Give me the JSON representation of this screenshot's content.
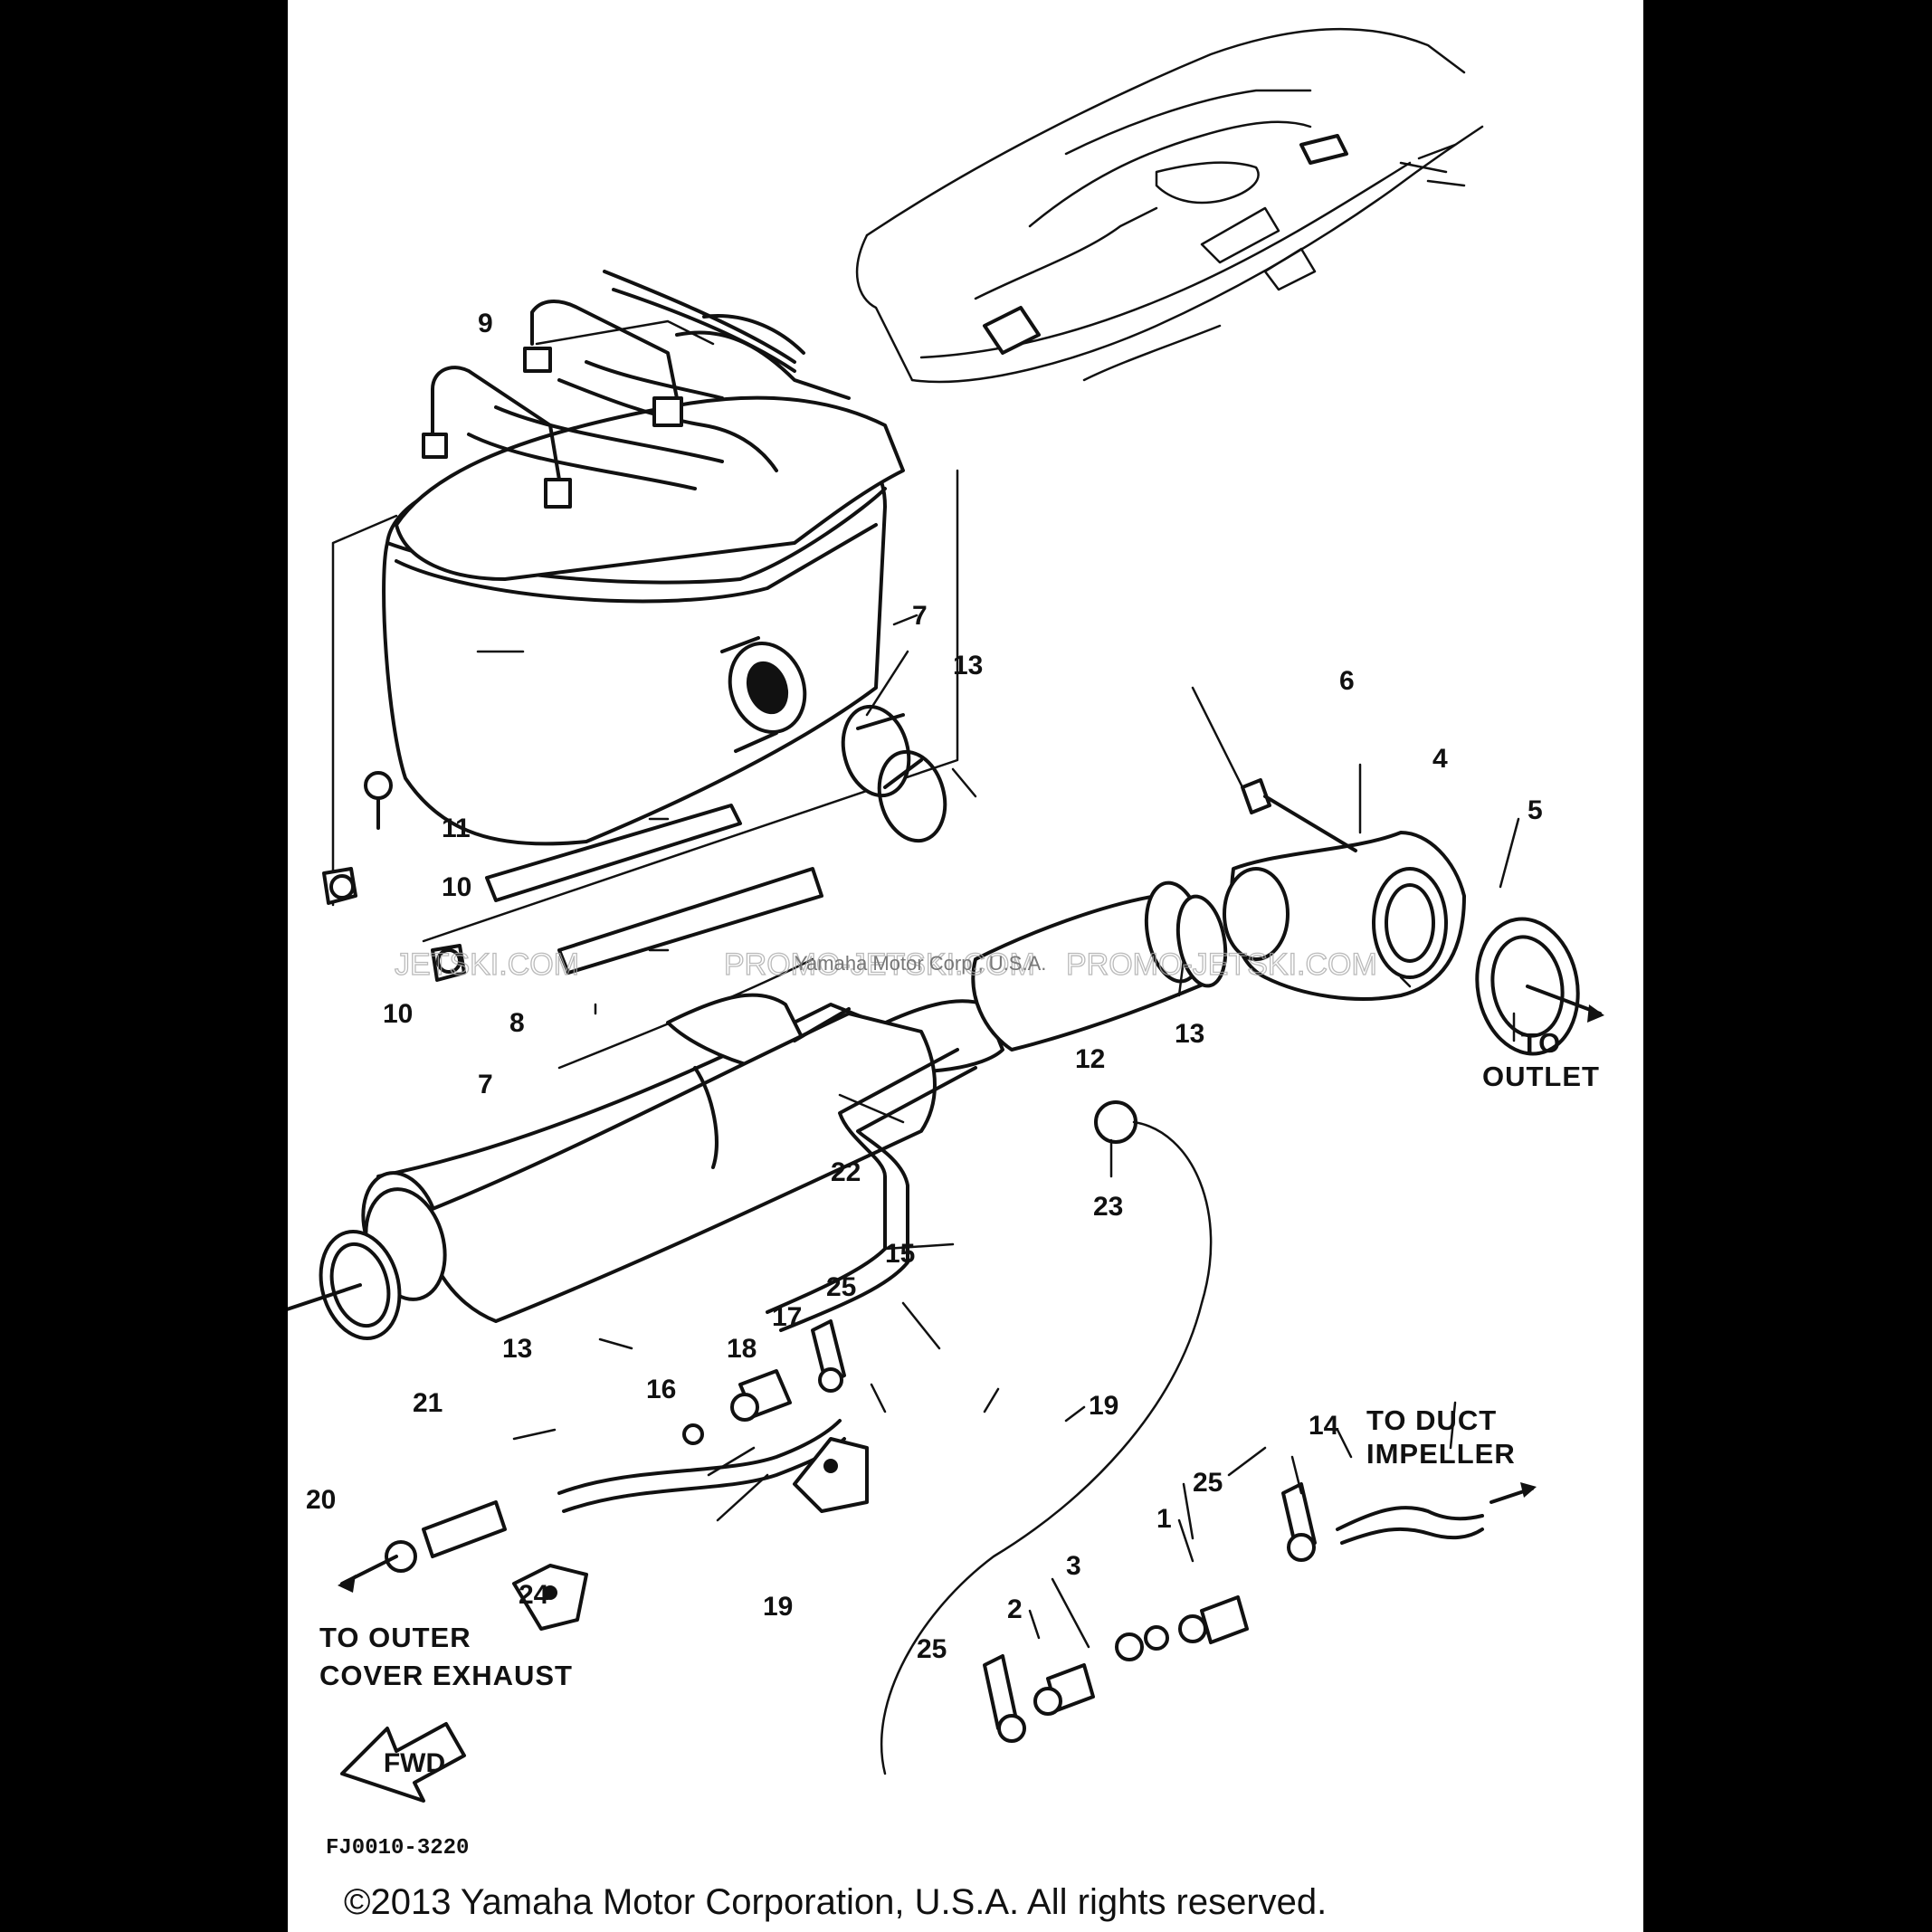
{
  "diagram": {
    "code": "FJ0010-3220",
    "copyright": "©2013 Yamaha Motor Corporation, U.S.A. All rights reserved.",
    "watermark_left": "JETSKI.COM",
    "watermark_center": "PROMO-JETSKI.COM",
    "watermark_right": "PROMO-JETSKI.COM",
    "watermark_owner": "Yamaha Motor Corp., U.S.A.",
    "fwd_badge": "FWD",
    "notes": {
      "to_outlet_1": "TO",
      "to_outlet_2": "OUTLET",
      "to_duct_1": "TO DUCT",
      "to_duct_2": "IMPELLER",
      "to_outer_1": "TO OUTER",
      "to_outer_2": "COVER EXHAUST"
    },
    "callouts": [
      "9",
      "7",
      "13",
      "6",
      "4",
      "5",
      "11",
      "10",
      "10",
      "8",
      "7",
      "12",
      "13",
      "22",
      "23",
      "15",
      "25",
      "17",
      "18",
      "13",
      "16",
      "19",
      "21",
      "14",
      "25",
      "20",
      "1",
      "3",
      "24",
      "19",
      "2",
      "25"
    ]
  }
}
